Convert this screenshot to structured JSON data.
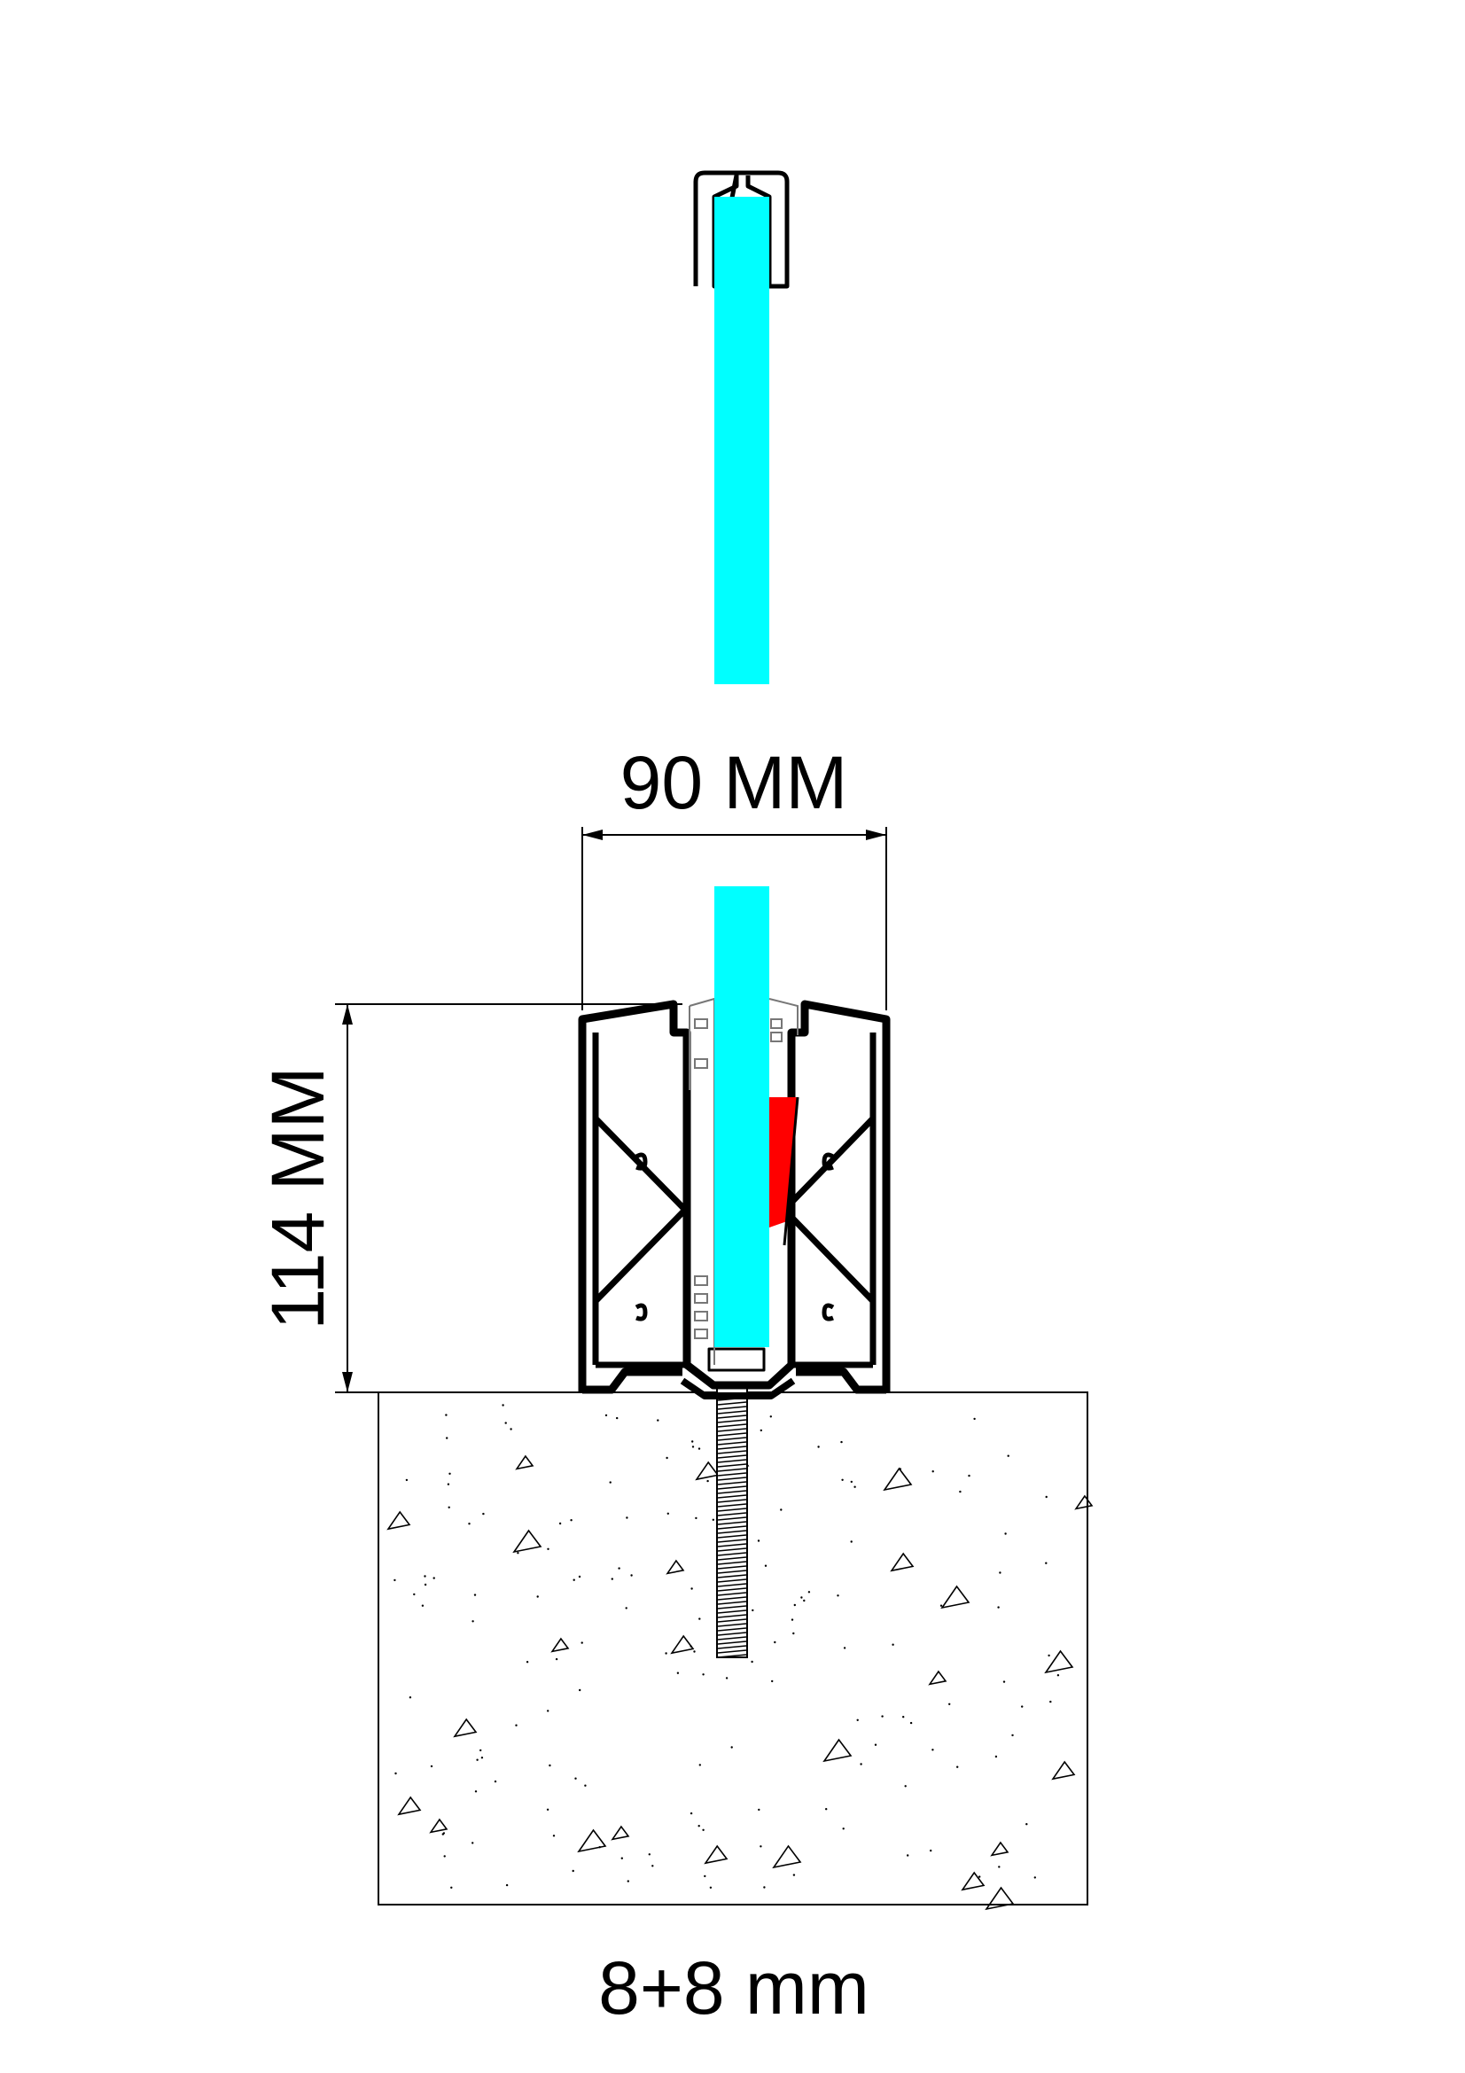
{
  "labels": {
    "width_dimension": "90 MM",
    "height_dimension": "114 MM",
    "glass_spec": "8+8 mm"
  },
  "colors": {
    "glass": "#00ffff",
    "gasket": "#ff0000",
    "profile": "#000000",
    "concrete_outline": "#000000",
    "background": "#ffffff"
  }
}
